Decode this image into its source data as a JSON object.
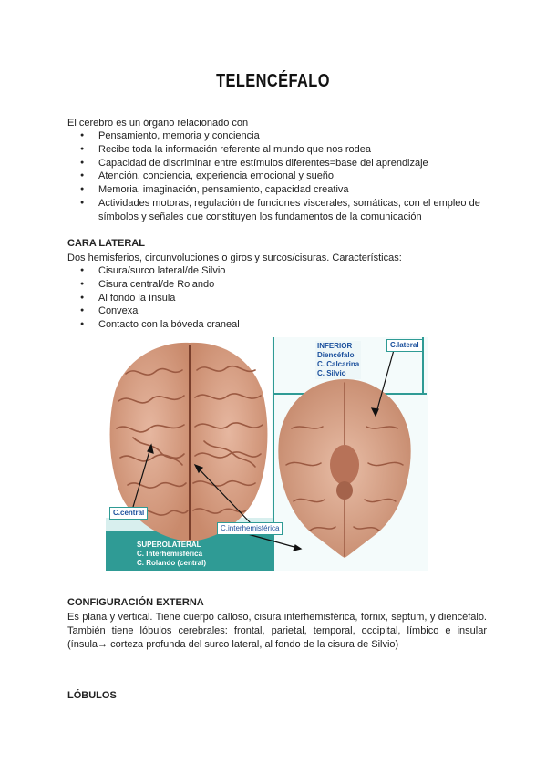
{
  "title": "TELENCÉFALO",
  "intro": {
    "text": "El cerebro es un órgano relacionado con",
    "items": [
      "Pensamiento, memoria y conciencia",
      "Recibe toda la información referente al mundo que nos rodea",
      "Capacidad de discriminar entre estímulos diferentes=base del aprendizaje",
      "Atención, conciencia, experiencia emocional y sueño",
      "Memoria, imaginación, pensamiento, capacidad creativa",
      "Actividades motoras, regulación de funciones viscerales, somáticas, con el empleo de símbolos y señales que constituyen los fundamentos de la comunicación"
    ]
  },
  "lateral": {
    "heading": "CARA LATERAL",
    "text": "Dos hemisferios, circunvoluciones o giros y surcos/cisuras. Características:",
    "items": [
      "Cisura/surco lateral/de Silvio",
      "Cisura central/de Rolando",
      "Al fondo la ínsula",
      "Convexa",
      "Contacto con la bóveda craneal"
    ]
  },
  "figure": {
    "inferior": [
      "INFERIOR",
      "Diencéfalo",
      "C. Calcarina",
      "C. Silvio"
    ],
    "c_lateral": "C.lateral",
    "c_central": "C.central",
    "c_inter": "C.interhemisférica",
    "superolateral": [
      "SUPEROLATERAL",
      "C. Interhemisférica",
      "C. Rolando (central)"
    ],
    "colors": {
      "teal": "#2f9b95",
      "label_blue": "#1a4f9c",
      "brain": "#d9a48a"
    }
  },
  "externa": {
    "heading": "CONFIGURACIÓN EXTERNA",
    "text": "Es plana y vertical. Tiene cuerpo calloso, cisura interhemisférica, fórnix, septum, y diencéfalo. También tiene lóbulos cerebrales: frontal, parietal, temporal, occipital, límbico e insular (ínsula→ corteza profunda del surco lateral, al fondo de la cisura de Silvio)"
  },
  "lobulos": {
    "heading": "LÓBULOS"
  }
}
